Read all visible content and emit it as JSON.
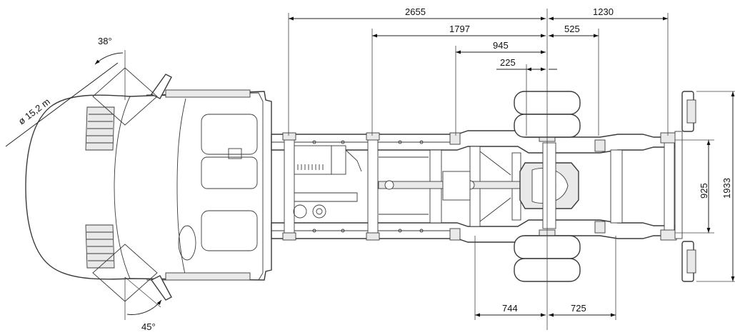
{
  "dimensions": {
    "wheelbase": "2655",
    "rear_overhang": "1230",
    "body_mount_1": "1797",
    "body_mount_2": "945",
    "body_mount_3": "225",
    "rear_offset": "525",
    "track_inner": "925",
    "overall_width": "1933",
    "rear_left": "744",
    "rear_right": "725"
  },
  "turning": {
    "diameter": "ø 15,2 m",
    "angle_outer": "38°",
    "angle_inner": "45°"
  }
}
